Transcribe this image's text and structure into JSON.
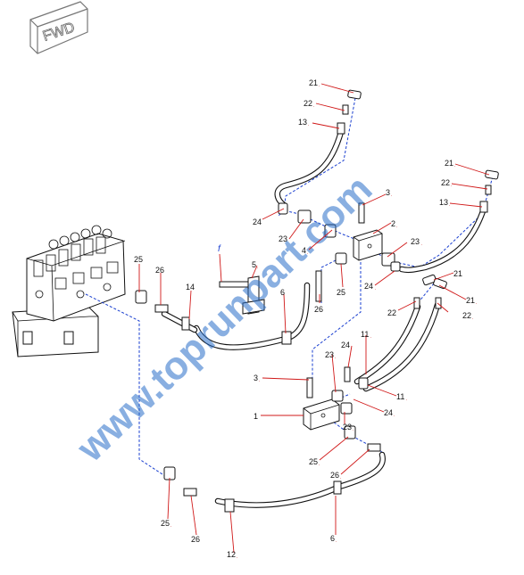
{
  "fwd_badge": {
    "text": "FWD"
  },
  "watermark": {
    "text": "www.toprunpart.com"
  },
  "callouts": [
    {
      "label": "21",
      "suffix": "."
    },
    {
      "label": "22",
      "suffix": "."
    },
    {
      "label": "13",
      "suffix": "."
    },
    {
      "label": "3",
      "suffix": "."
    },
    {
      "label": "24",
      "suffix": ""
    },
    {
      "label": "23",
      "suffix": ""
    },
    {
      "label": "2",
      "suffix": "."
    },
    {
      "label": "23",
      "suffix": "."
    },
    {
      "label": "4",
      "suffix": "."
    },
    {
      "label": "21",
      "suffix": "."
    },
    {
      "label": "22",
      "suffix": "."
    },
    {
      "label": "13",
      "suffix": "."
    },
    {
      "label": "5",
      "suffix": "."
    },
    {
      "label": "25",
      "suffix": ""
    },
    {
      "label": "26",
      "suffix": ""
    },
    {
      "label": "14",
      "suffix": ""
    },
    {
      "label": "6",
      "suffix": ""
    },
    {
      "label": "26",
      "suffix": ""
    },
    {
      "label": "25",
      "suffix": ""
    },
    {
      "label": "24",
      "suffix": "."
    },
    {
      "label": "21",
      "suffix": ""
    },
    {
      "label": "21",
      "suffix": "."
    },
    {
      "label": "22",
      "suffix": ""
    },
    {
      "label": "22",
      "suffix": "."
    },
    {
      "label": "11",
      "suffix": "."
    },
    {
      "label": "24",
      "suffix": "."
    },
    {
      "label": "23",
      "suffix": "."
    },
    {
      "label": "3",
      "suffix": "."
    },
    {
      "label": "11",
      "suffix": "."
    },
    {
      "label": "24",
      "suffix": "."
    },
    {
      "label": "1",
      "suffix": ""
    },
    {
      "label": "23",
      "suffix": "."
    },
    {
      "label": "25",
      "suffix": "."
    },
    {
      "label": "26",
      "suffix": "."
    },
    {
      "label": "25",
      "suffix": "."
    },
    {
      "label": "26",
      "suffix": ""
    },
    {
      "label": "12",
      "suffix": "."
    },
    {
      "label": "6",
      "suffix": "."
    }
  ]
}
